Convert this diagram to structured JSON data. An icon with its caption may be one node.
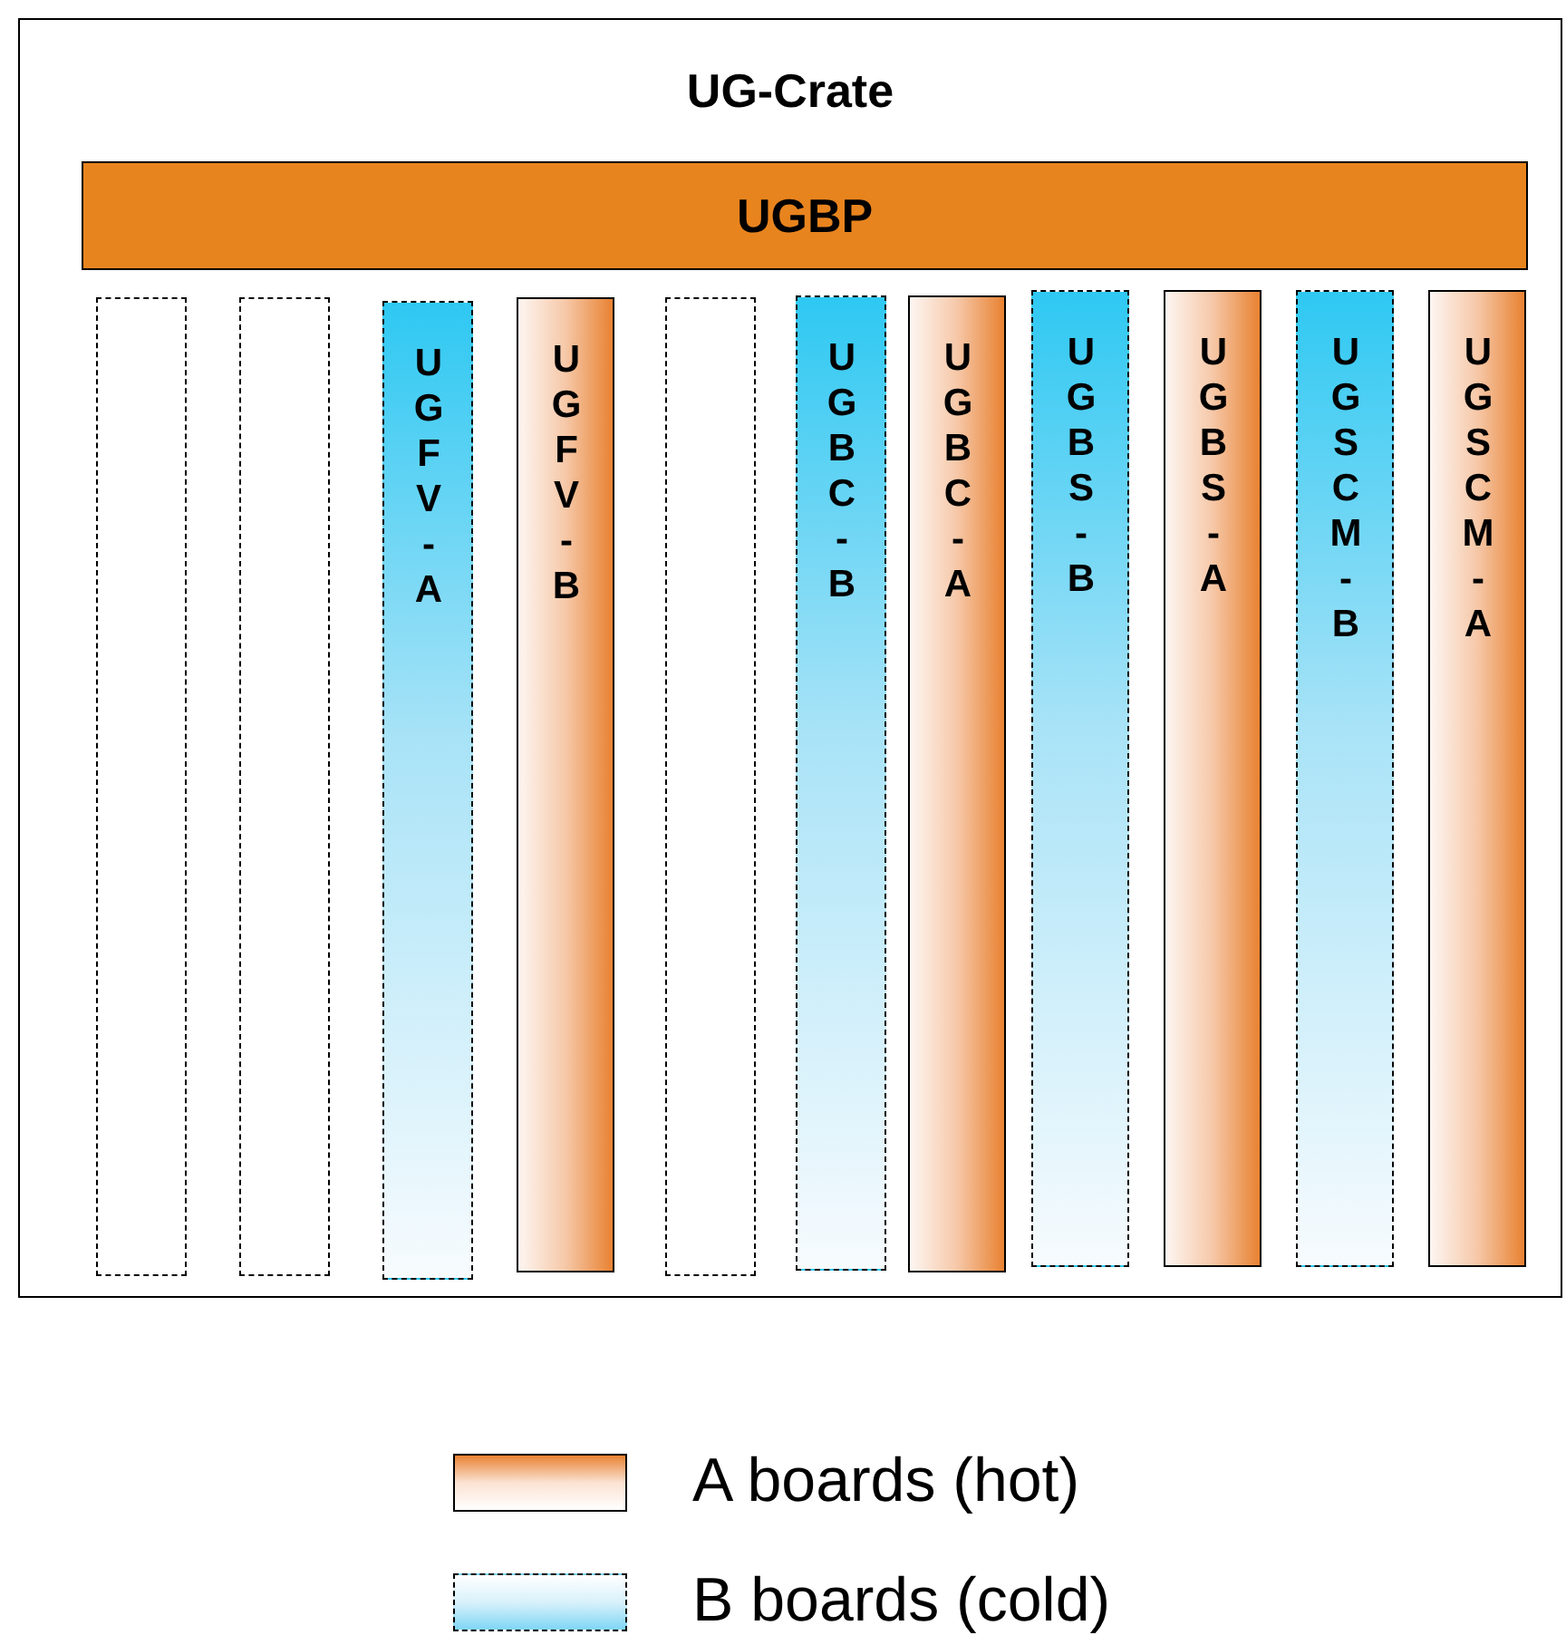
{
  "diagram": {
    "nodes": [
      {
        "text": [
          "UG-Crate"
        ]
      },
      {
        "text": [
          "UGBP"
        ],
        "in": 0
      },
      {
        "text": [],
        "shape": "box",
        "in": 0
      },
      {
        "text": [],
        "shape": "box",
        "in": 0
      },
      {
        "text": [
          "UGFV-A"
        ],
        "in": 0
      },
      {
        "text": [
          "UGFV-B"
        ],
        "in": 0
      },
      {
        "text": [],
        "shape": "box",
        "in": 0
      },
      {
        "text": [
          "UGBC-B"
        ],
        "in": 0
      },
      {
        "text": [
          "UGBC-A"
        ],
        "in": 0
      },
      {
        "text": [
          "UGBS-B"
        ],
        "in": 0
      },
      {
        "text": [
          "UGBS-A"
        ],
        "in": 0
      },
      {
        "text": [
          "UGSCM-B"
        ],
        "in": 0
      },
      {
        "text": [
          "UGSCM-A"
        ],
        "in": 0
      }
    ],
    "edges": [],
    "legend": [
      {
        "text": "A boards (hot)"
      },
      {
        "text": "B boards (cold)"
      }
    ]
  }
}
